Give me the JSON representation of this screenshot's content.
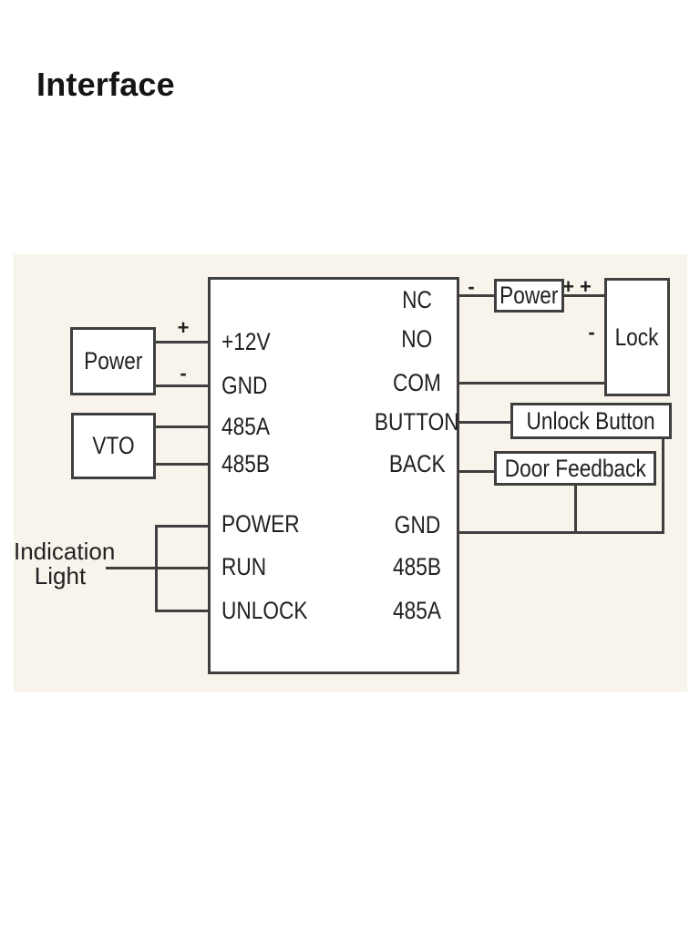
{
  "page": {
    "title": "Interface"
  },
  "theme": {
    "background": "#ffffff",
    "panel_background": "#f8f4ec",
    "line_color": "#3f3f3f",
    "text_color": "#212121"
  },
  "diagram": {
    "controller": {
      "left_pins": [
        "+12V",
        "GND",
        "485A",
        "485B",
        "POWER",
        "RUN",
        "UNLOCK"
      ],
      "right_pins": [
        "NC",
        "NO",
        "COM",
        "BUTTON",
        "BACK",
        "GND",
        "485B",
        "485A"
      ]
    },
    "devices": {
      "power_supply_left": "Power",
      "vto": "VTO",
      "indication_light_line1": "Indication",
      "indication_light_line2": "Light",
      "power_supply_right": "Power",
      "lock": "Lock",
      "unlock_button": "Unlock Button",
      "door_feedback": "Door Feedback"
    },
    "polarity": {
      "left_power_plus": "+",
      "left_power_minus": "-",
      "nc_minus": "-",
      "power_lock_plus": "+ +",
      "lock_minus": "-"
    }
  }
}
